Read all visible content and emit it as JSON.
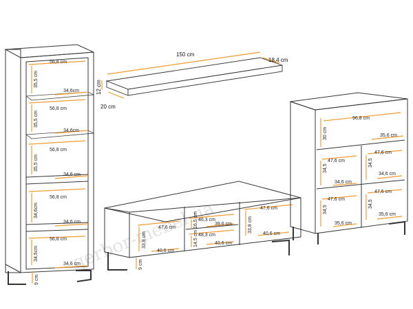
{
  "watermark": "gerbor-mebel.ua",
  "shelf_unit": {
    "length": "150 cm",
    "depth": "18,4 cm",
    "height": "12 cm",
    "wall_depth": "20 cm"
  },
  "tall_cabinet": {
    "w1": "56,8 cm",
    "d1": "34,6cm",
    "h1": "35,5 cm",
    "w2": "56,8 cm",
    "h2": "35,5 cm",
    "d2": "34,6cm",
    "w3": "56,8 cm",
    "h3": "35,5 cm",
    "d3": "34,6 cm",
    "w4": "56,8 cm",
    "h4": "34,6cm",
    "d4": "34,6 cm",
    "w5": "56,8 cm",
    "h5": "34,5cm",
    "d5": "34,6 cm",
    "leg": "9 cm"
  },
  "tv_stand": {
    "w_left": "47,6 cm",
    "h_left": "33,8 cm",
    "d_left": "40,6 cm",
    "w_mid": "46,3 cm",
    "h_mid_top": "16,5 cm",
    "d_mid_top": "39,6 cm",
    "h_mid_bot": "14,5 cm",
    "w_mid_bot": "48,3 cm",
    "d_mid_bot": "40,6 cm",
    "w_right": "47,6 cm",
    "h_right": "33,8 cm",
    "d_right": "40,6 cm",
    "leg": "9 cm"
  },
  "chest": {
    "top_w": "96,8 cm",
    "top_h": "30 cm",
    "top_d": "35,6 cm",
    "tl_w": "47,6 cm",
    "tl_h": "34,5",
    "tl_d": "34,6 cm",
    "tr_w": "47,6 cm",
    "tr_h": "34,5",
    "tr_d": "34,6 cm",
    "bl_w": "47,6 cm",
    "bl_h": "34,5",
    "bl_d": "35,6 cm",
    "br_w": "47,6 cm",
    "br_h": "34,5",
    "br_d": "35,6 cm"
  }
}
